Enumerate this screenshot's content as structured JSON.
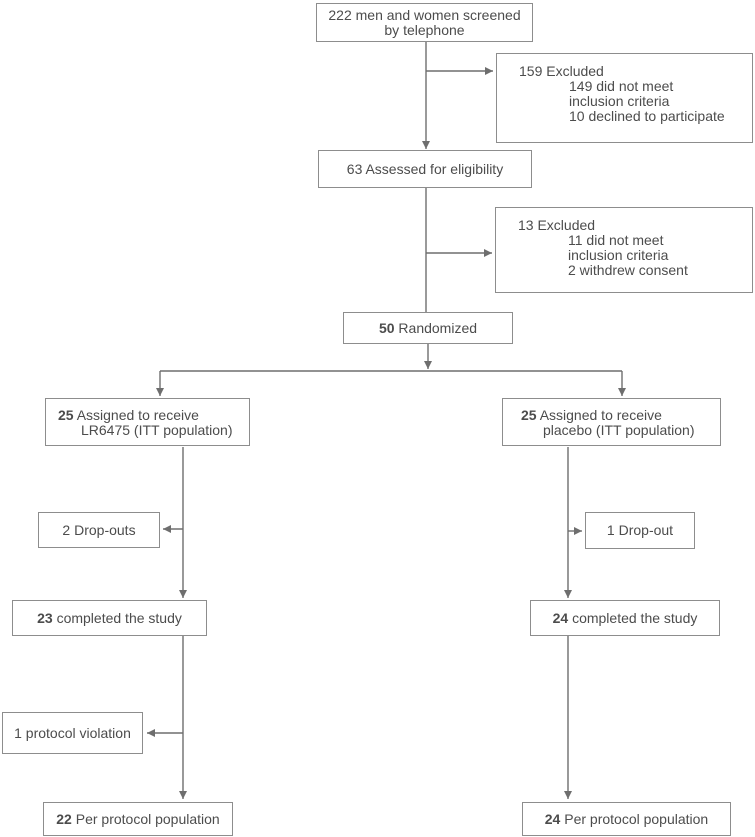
{
  "nodes": {
    "screened": {
      "line1": "222 men and women screened",
      "line2": "by telephone"
    },
    "excluded_screening": {
      "title": "159 Excluded",
      "sub1": "149 did not meet",
      "sub2": "inclusion criteria",
      "sub3": "10 declined to participate"
    },
    "assessed": {
      "text": "63 Assessed for eligibility"
    },
    "excluded_eligibility": {
      "title": "13 Excluded",
      "sub1": "11 did not meet",
      "sub2": "inclusion criteria",
      "sub3": "2 withdrew consent"
    },
    "randomized": {
      "num": "50",
      "rest": " Randomized"
    },
    "assigned_lr6475": {
      "num": "25",
      "rest": " Assigned to receive",
      "line2": "LR6475 (ITT population)"
    },
    "assigned_placebo": {
      "num": "25",
      "rest": " Assigned to receive",
      "line2": "placebo (ITT population)"
    },
    "dropouts_lr6475": {
      "text": "2 Drop-outs"
    },
    "dropout_placebo": {
      "text": "1 Drop-out"
    },
    "completed_lr6475": {
      "num": "23",
      "rest": " completed the study"
    },
    "completed_placebo": {
      "num": "24",
      "rest": " completed the study"
    },
    "protocol_violation": {
      "text": "1 protocol violation"
    },
    "per_protocol_lr6475": {
      "num": "22",
      "rest": " Per protocol population"
    },
    "per_protocol_placebo": {
      "num": "24",
      "rest": " Per protocol population"
    }
  },
  "colors": {
    "background": "#ffffff",
    "box_border": "#8d8d8d",
    "connector_line": "#6e6e6e",
    "text": "#4c4c4c"
  }
}
